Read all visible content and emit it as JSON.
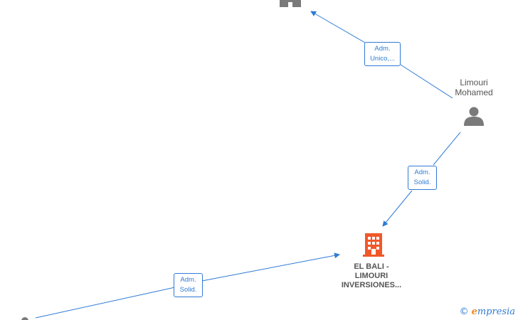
{
  "diagram": {
    "nodes": {
      "top_company": {
        "label_lines": []
      },
      "person_limouri": {
        "label_lines": [
          "Limouri",
          "Mohamed"
        ]
      },
      "main_company": {
        "label_lines": [
          "EL BALI -",
          "LIMOURI",
          "INVERSIONES..."
        ]
      },
      "person_bottom_left": {
        "label_lines": []
      }
    },
    "edges": [
      {
        "label_lines": [
          "Adm.",
          "Unico,..."
        ]
      },
      {
        "label_lines": [
          "Adm.",
          "Solid."
        ]
      },
      {
        "label_lines": [
          "Adm.",
          "Solid."
        ]
      }
    ],
    "colors": {
      "edge": "#2e7bd6",
      "main_company": "#f0582a",
      "node_gray": "#7a7a7a"
    }
  },
  "branding": {
    "copyright_symbol": "©",
    "brand_initial": "e",
    "brand_rest": "mpresia"
  }
}
